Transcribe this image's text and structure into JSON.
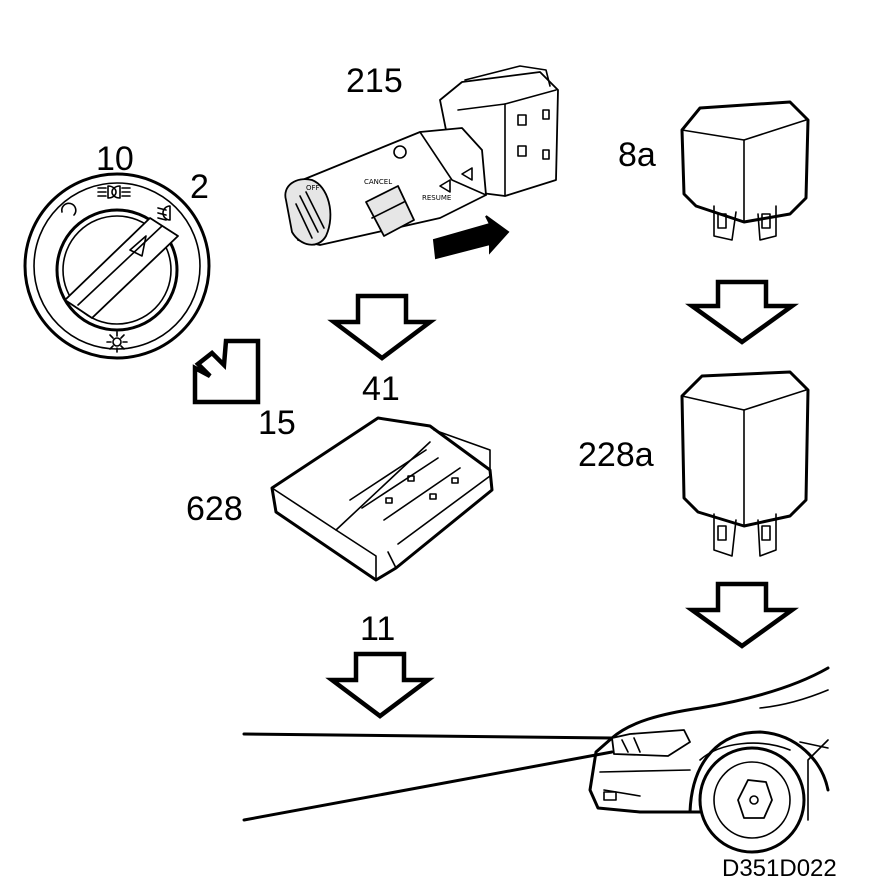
{
  "labels": {
    "switch_position_10": "10",
    "switch_position_2": "2",
    "stalk_215": "215",
    "relay_8a": "8a",
    "signal_41": "41",
    "signal_15": "15",
    "control_module_628": "628",
    "signal_11": "11",
    "relay_228a": "228a",
    "drawing_code": "D351D022"
  },
  "stalk_text": {
    "off": "OFF",
    "cancel": "CANCEL",
    "resume": "RESUME"
  }
}
